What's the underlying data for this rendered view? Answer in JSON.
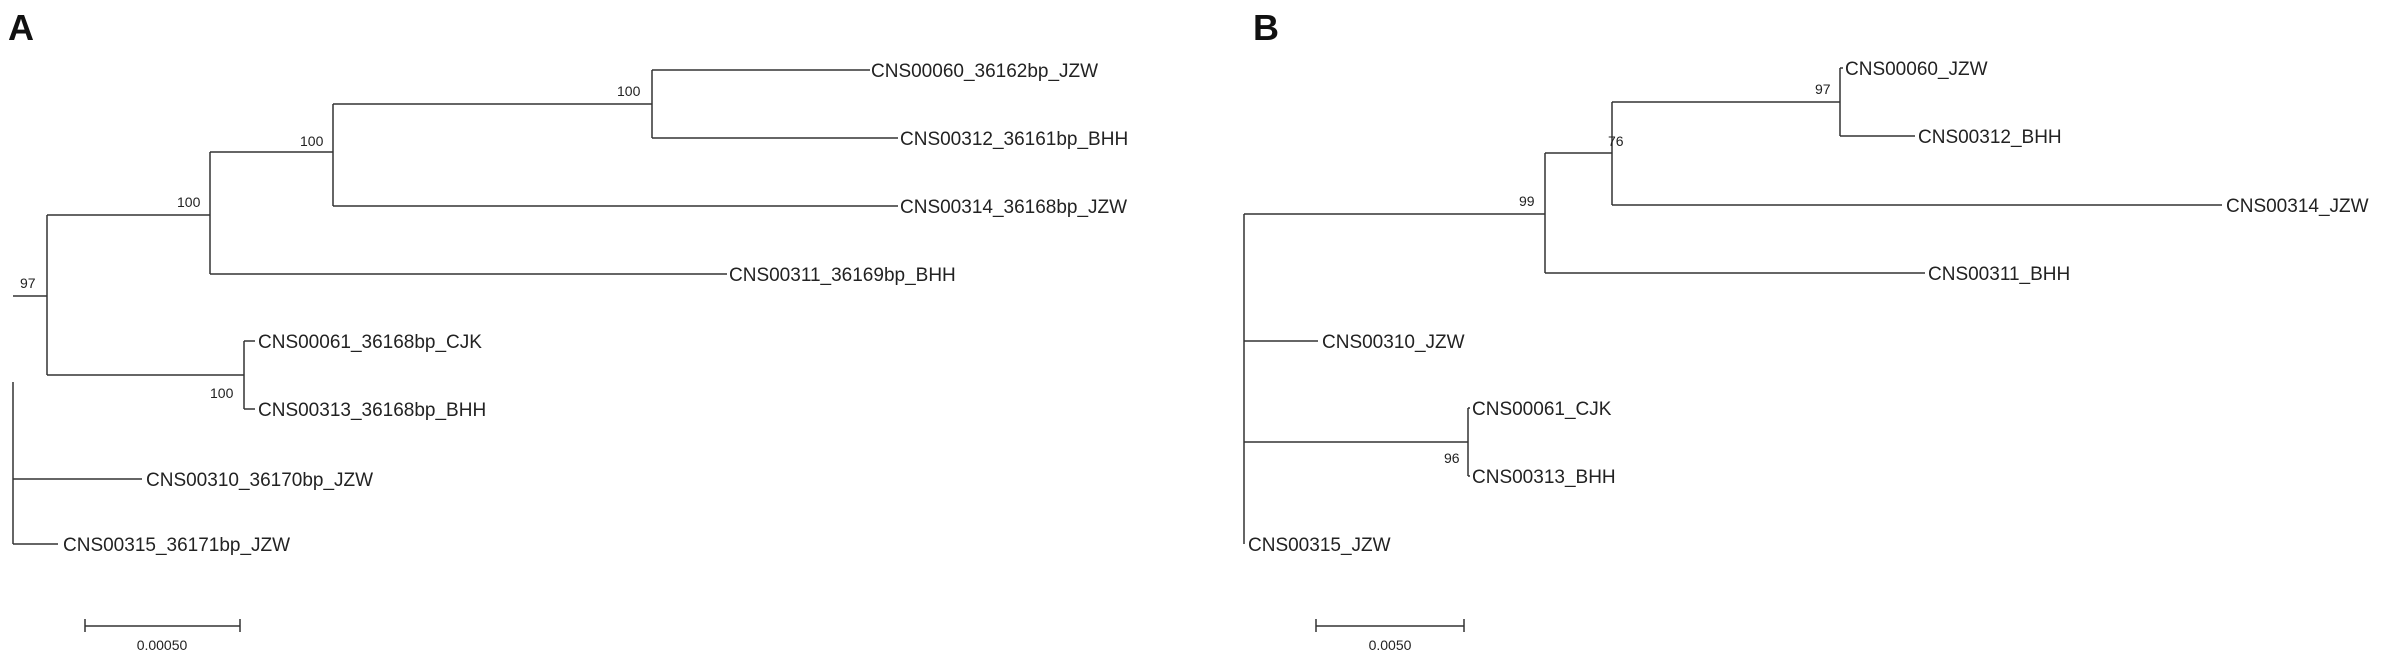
{
  "panels": [
    {
      "label": "A",
      "scale_label": "0.00050",
      "tips": [
        "CNS00060_36162bp_JZW",
        "CNS00312_36161bp_BHH",
        "CNS00314_36168bp_JZW",
        "CNS00311_36169bp_BHH",
        "CNS00061_36168bp_CJK",
        "CNS00313_36168bp_BHH",
        "CNS00310_36170bp_JZW",
        "CNS00315_36171bp_JZW"
      ],
      "supports": [
        "100",
        "100",
        "100",
        "97",
        "100"
      ]
    },
    {
      "label": "B",
      "scale_label": "0.0050",
      "tips": [
        "CNS00060_JZW",
        "CNS00312_BHH",
        "CNS00314_JZW",
        "CNS00311_BHH",
        "CNS00310_JZW",
        "CNS00061_CJK",
        "CNS00313_BHH",
        "CNS00315_JZW"
      ],
      "supports": [
        "97",
        "76",
        "99",
        "96"
      ]
    }
  ]
}
